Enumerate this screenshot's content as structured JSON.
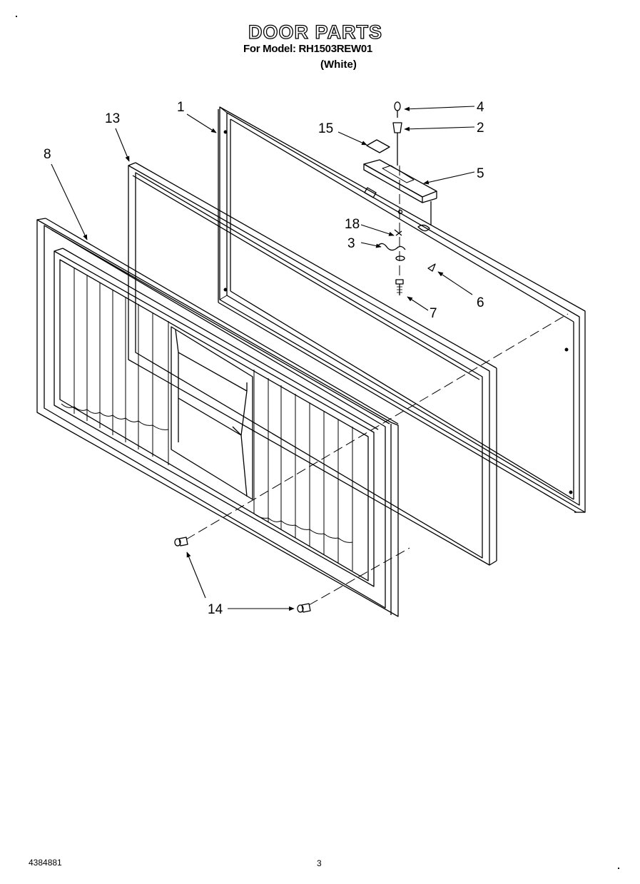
{
  "header": {
    "title": "DOOR PARTS",
    "subtitle": "For Model: RH1503REW01",
    "variant": "(White)"
  },
  "callouts": [
    {
      "id": "c1",
      "label": "1"
    },
    {
      "id": "c2",
      "label": "2"
    },
    {
      "id": "c3",
      "label": "3"
    },
    {
      "id": "c4",
      "label": "4"
    },
    {
      "id": "c5",
      "label": "5"
    },
    {
      "id": "c6",
      "label": "6"
    },
    {
      "id": "c7",
      "label": "7"
    },
    {
      "id": "c8",
      "label": "8"
    },
    {
      "id": "c13",
      "label": "13"
    },
    {
      "id": "c14",
      "label": "14"
    },
    {
      "id": "c15",
      "label": "15"
    },
    {
      "id": "c18",
      "label": "18"
    }
  ],
  "footer": {
    "doc_number": "4384881",
    "page_number": "3"
  }
}
